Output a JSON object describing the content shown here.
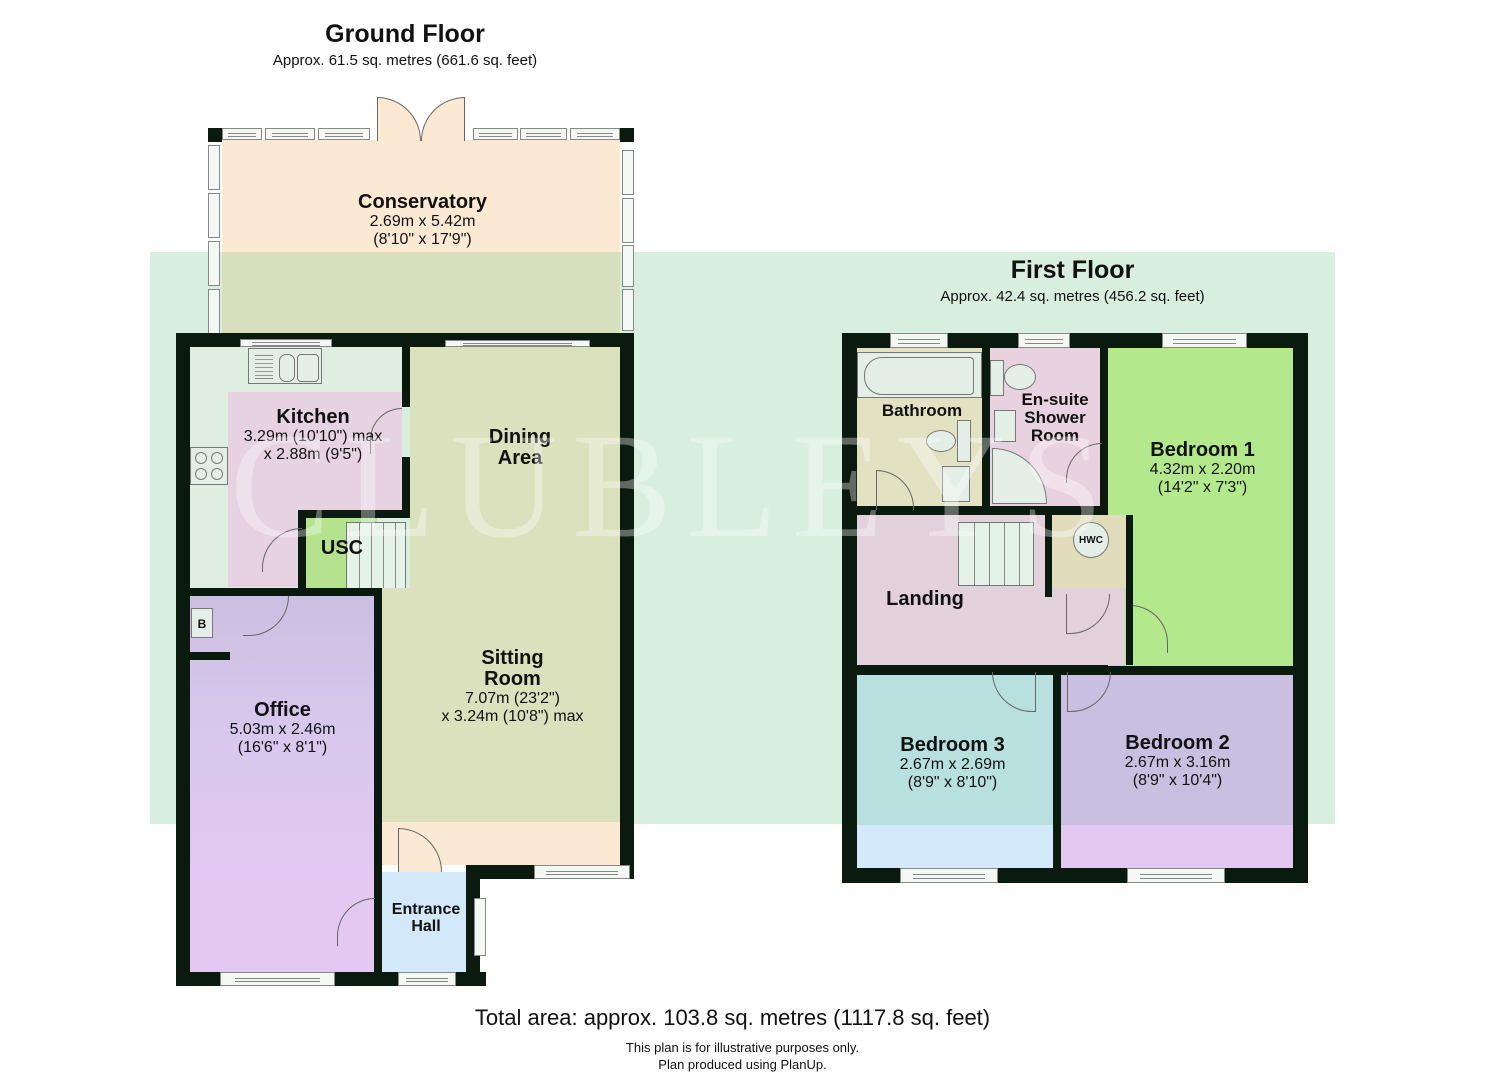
{
  "ground_floor": {
    "title": "Ground Floor",
    "area": "Approx. 61.5 sq. metres (661.6 sq. feet)",
    "rooms": {
      "conservatory": {
        "name": "Conservatory",
        "dim_m": "2.69m x 5.42m",
        "dim_ft": "(8'10\" x 17'9\")",
        "color": "#fbe9d3"
      },
      "kitchen": {
        "name": "Kitchen",
        "dim_m": "3.29m (10'10\") max",
        "dim_ft": "x 2.88m (9'5\")",
        "color": "#e6d2e0"
      },
      "dining_area": {
        "name_line1": "Dining",
        "name_line2": "Area",
        "color": "#dbe0bd"
      },
      "usc": {
        "name": "USC",
        "color": "#b4e28e"
      },
      "sitting_room": {
        "name_line1": "Sitting",
        "name_line2": "Room",
        "dim_m": "7.07m (23'2\")",
        "dim_ft": "x 3.24m (10'8\") max",
        "color": "#dbe0bd"
      },
      "office": {
        "name": "Office",
        "dim_m": "5.03m x 2.46m",
        "dim_ft": "(16'6\" x 8'1\")",
        "color": "#e3c8f2"
      },
      "boiler": {
        "label": "B"
      },
      "entrance_hall": {
        "name_line1": "Entrance",
        "name_line2": "Hall",
        "color": "#d3e8f8"
      }
    }
  },
  "first_floor": {
    "title": "First Floor",
    "area": "Approx. 42.4 sq. metres (456.2 sq. feet)",
    "rooms": {
      "bathroom": {
        "name": "Bathroom",
        "color": "#e2e2c3"
      },
      "ensuite": {
        "name_line1": "En-suite",
        "name_line2": "Shower",
        "name_line3": "Room",
        "color": "#e9d2df"
      },
      "bedroom1": {
        "name": "Bedroom 1",
        "dim_m": "4.32m x 2.20m",
        "dim_ft": "(14'2\" x 7'3\")",
        "color": "#b4e88c"
      },
      "hwc": {
        "label": "HWC",
        "color": "#e0dcbc"
      },
      "landing": {
        "name": "Landing",
        "color": "#e2d0da"
      },
      "bedroom3": {
        "name": "Bedroom 3",
        "dim_m": "2.67m x 2.69m",
        "dim_ft": "(8'9\" x 8'10\")",
        "color": "#b8e0de"
      },
      "bedroom2": {
        "name": "Bedroom 2",
        "dim_m": "2.67m x 3.16m",
        "dim_ft": "(8'9\" x 10'4\")",
        "color": "#c9bfe0"
      }
    }
  },
  "watermark": {
    "text": "CLUBLEYS"
  },
  "footer": {
    "total_area": "Total area: approx. 103.8 sq. metres (1117.8 sq. feet)",
    "disclaimer": "This plan is for illustrative purposes only.",
    "credit": "Plan produced using PlanUp."
  },
  "colors": {
    "wall": "#0b1a0f",
    "watermark_bg": "#d8eede"
  }
}
